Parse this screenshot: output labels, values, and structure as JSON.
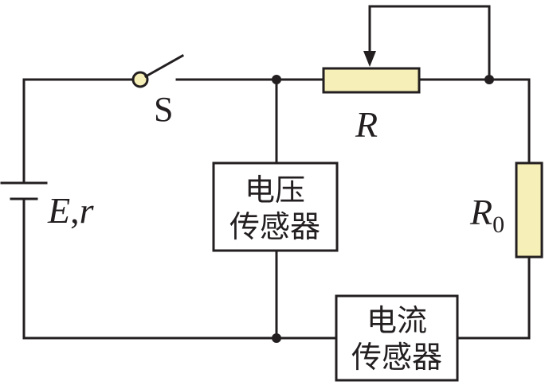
{
  "labels": {
    "switch": "S",
    "rheostat": "R",
    "resistor_r0": "R",
    "resistor_r0_sub": "0",
    "source_e": "E",
    "source_sep": ",",
    "source_r": "r"
  },
  "voltage_sensor": {
    "line1": "电压",
    "line2": "传感器"
  },
  "current_sensor": {
    "line1": "电流",
    "line2": "传感器"
  },
  "colors": {
    "wire": "#231f20",
    "resistor_fill": "#f6efb7",
    "sensor_fill": "#ffffff"
  }
}
